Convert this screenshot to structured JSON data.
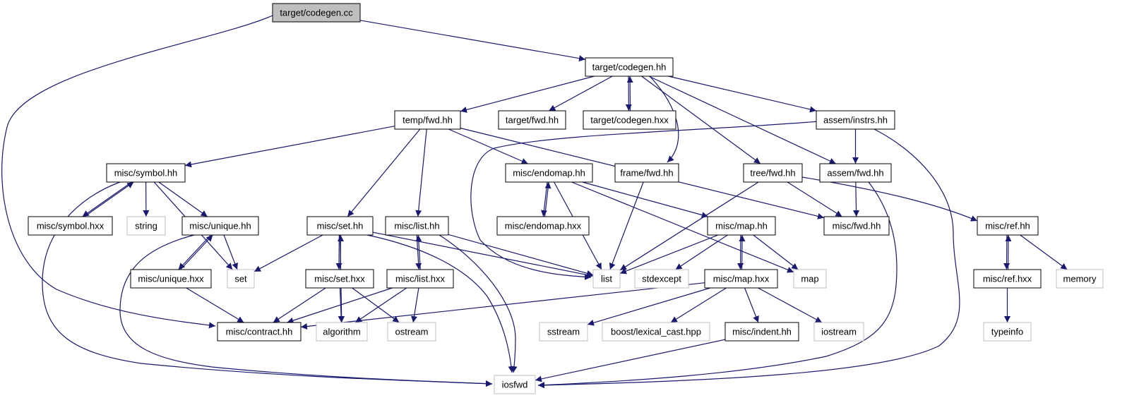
{
  "colors": {
    "edge": "#191970",
    "box_border": "#000000",
    "root_fill": "#bfbfbf",
    "external_border": "#bfbfbf",
    "node_fill": "#ffffff"
  },
  "nodes": [
    {
      "id": "codegen_cc",
      "label": "target/codegen.cc",
      "style": "root"
    },
    {
      "id": "codegen_hh",
      "label": "target/codegen.hh",
      "style": "normal"
    },
    {
      "id": "temp_fwd",
      "label": "temp/fwd.hh",
      "style": "normal"
    },
    {
      "id": "target_fwd",
      "label": "target/fwd.hh",
      "style": "normal"
    },
    {
      "id": "codegen_hxx",
      "label": "target/codegen.hxx",
      "style": "normal"
    },
    {
      "id": "instrs",
      "label": "assem/instrs.hh",
      "style": "normal"
    },
    {
      "id": "symbol_hh",
      "label": "misc/symbol.hh",
      "style": "normal"
    },
    {
      "id": "endomap_hh",
      "label": "misc/endomap.hh",
      "style": "normal"
    },
    {
      "id": "frame_fwd",
      "label": "frame/fwd.hh",
      "style": "normal"
    },
    {
      "id": "tree_fwd",
      "label": "tree/fwd.hh",
      "style": "normal"
    },
    {
      "id": "assem_fwd",
      "label": "assem/fwd.hh",
      "style": "normal"
    },
    {
      "id": "symbol_hxx",
      "label": "misc/symbol.hxx",
      "style": "normal"
    },
    {
      "id": "string",
      "label": "string",
      "style": "external"
    },
    {
      "id": "unique_hh",
      "label": "misc/unique.hh",
      "style": "normal"
    },
    {
      "id": "set_hh",
      "label": "misc/set.hh",
      "style": "normal"
    },
    {
      "id": "list_hh",
      "label": "misc/list.hh",
      "style": "normal"
    },
    {
      "id": "endomap_hxx",
      "label": "misc/endomap.hxx",
      "style": "normal"
    },
    {
      "id": "map_hh",
      "label": "misc/map.hh",
      "style": "normal"
    },
    {
      "id": "misc_fwd",
      "label": "misc/fwd.hh",
      "style": "normal"
    },
    {
      "id": "ref_hh",
      "label": "misc/ref.hh",
      "style": "normal"
    },
    {
      "id": "unique_hxx",
      "label": "misc/unique.hxx",
      "style": "normal"
    },
    {
      "id": "set",
      "label": "set",
      "style": "external"
    },
    {
      "id": "set_hxx",
      "label": "misc/set.hxx",
      "style": "normal"
    },
    {
      "id": "list_hxx",
      "label": "misc/list.hxx",
      "style": "normal"
    },
    {
      "id": "list",
      "label": "list",
      "style": "external"
    },
    {
      "id": "stdexcept",
      "label": "stdexcept",
      "style": "external"
    },
    {
      "id": "map_hxx",
      "label": "misc/map.hxx",
      "style": "normal"
    },
    {
      "id": "map",
      "label": "map",
      "style": "external"
    },
    {
      "id": "ref_hxx",
      "label": "misc/ref.hxx",
      "style": "normal"
    },
    {
      "id": "memory",
      "label": "memory",
      "style": "external"
    },
    {
      "id": "contract",
      "label": "misc/contract.hh",
      "style": "normal"
    },
    {
      "id": "algorithm",
      "label": "algorithm",
      "style": "external"
    },
    {
      "id": "ostream",
      "label": "ostream",
      "style": "external"
    },
    {
      "id": "sstream",
      "label": "sstream",
      "style": "external"
    },
    {
      "id": "lexical_cast",
      "label": "boost/lexical_cast.hpp",
      "style": "external"
    },
    {
      "id": "indent",
      "label": "misc/indent.hh",
      "style": "normal"
    },
    {
      "id": "iostream",
      "label": "iostream",
      "style": "external"
    },
    {
      "id": "typeinfo",
      "label": "typeinfo",
      "style": "external"
    },
    {
      "id": "iosfwd",
      "label": "iosfwd",
      "style": "external"
    }
  ],
  "edges": [
    [
      "codegen_cc",
      "codegen_hh"
    ],
    [
      "codegen_cc",
      "contract"
    ],
    [
      "codegen_hh",
      "temp_fwd"
    ],
    [
      "codegen_hh",
      "target_fwd"
    ],
    [
      "codegen_hh",
      "codegen_hxx"
    ],
    [
      "codegen_hxx",
      "codegen_hh"
    ],
    [
      "codegen_hh",
      "instrs"
    ],
    [
      "codegen_hh",
      "frame_fwd"
    ],
    [
      "codegen_hh",
      "tree_fwd"
    ],
    [
      "codegen_hh",
      "assem_fwd"
    ],
    [
      "temp_fwd",
      "symbol_hh"
    ],
    [
      "temp_fwd",
      "set_hh"
    ],
    [
      "temp_fwd",
      "list_hh"
    ],
    [
      "temp_fwd",
      "endomap_hh"
    ],
    [
      "temp_fwd",
      "misc_fwd"
    ],
    [
      "instrs",
      "list"
    ],
    [
      "instrs",
      "assem_fwd"
    ],
    [
      "instrs",
      "iosfwd"
    ],
    [
      "symbol_hh",
      "symbol_hxx"
    ],
    [
      "symbol_hxx",
      "symbol_hh"
    ],
    [
      "symbol_hh",
      "string"
    ],
    [
      "symbol_hh",
      "unique_hh"
    ],
    [
      "symbol_hh",
      "set"
    ],
    [
      "symbol_hh",
      "iosfwd"
    ],
    [
      "endomap_hh",
      "endomap_hxx"
    ],
    [
      "endomap_hxx",
      "endomap_hh"
    ],
    [
      "endomap_hh",
      "list"
    ],
    [
      "endomap_hh",
      "map_hh"
    ],
    [
      "endomap_hh",
      "map"
    ],
    [
      "frame_fwd",
      "list"
    ],
    [
      "tree_fwd",
      "list"
    ],
    [
      "tree_fwd",
      "misc_fwd"
    ],
    [
      "tree_fwd",
      "ref_hh"
    ],
    [
      "assem_fwd",
      "misc_fwd"
    ],
    [
      "assem_fwd",
      "iosfwd"
    ],
    [
      "unique_hh",
      "unique_hxx"
    ],
    [
      "unique_hxx",
      "unique_hh"
    ],
    [
      "unique_hh",
      "set"
    ],
    [
      "unique_hh",
      "iosfwd"
    ],
    [
      "unique_hxx",
      "contract"
    ],
    [
      "set_hh",
      "set"
    ],
    [
      "set_hh",
      "set_hxx"
    ],
    [
      "set_hxx",
      "set_hh"
    ],
    [
      "set_hh",
      "algorithm"
    ],
    [
      "set_hh",
      "list"
    ],
    [
      "set_hh",
      "iosfwd"
    ],
    [
      "set_hxx",
      "contract"
    ],
    [
      "set_hxx",
      "algorithm"
    ],
    [
      "set_hxx",
      "ostream"
    ],
    [
      "list_hh",
      "list_hxx"
    ],
    [
      "list_hxx",
      "list_hh"
    ],
    [
      "list_hh",
      "list"
    ],
    [
      "list_hh",
      "iosfwd"
    ],
    [
      "list_hxx",
      "contract"
    ],
    [
      "list_hxx",
      "algorithm"
    ],
    [
      "list_hxx",
      "ostream"
    ],
    [
      "map_hh",
      "map_hxx"
    ],
    [
      "map_hxx",
      "map_hh"
    ],
    [
      "map_hh",
      "list"
    ],
    [
      "map_hh",
      "stdexcept"
    ],
    [
      "map_hh",
      "map"
    ],
    [
      "map_hxx",
      "contract"
    ],
    [
      "map_hxx",
      "sstream"
    ],
    [
      "map_hxx",
      "lexical_cast"
    ],
    [
      "map_hxx",
      "indent"
    ],
    [
      "map_hxx",
      "iostream"
    ],
    [
      "indent",
      "iosfwd"
    ],
    [
      "ref_hh",
      "ref_hxx"
    ],
    [
      "ref_hxx",
      "ref_hh"
    ],
    [
      "ref_hh",
      "memory"
    ],
    [
      "ref_hxx",
      "typeinfo"
    ]
  ]
}
